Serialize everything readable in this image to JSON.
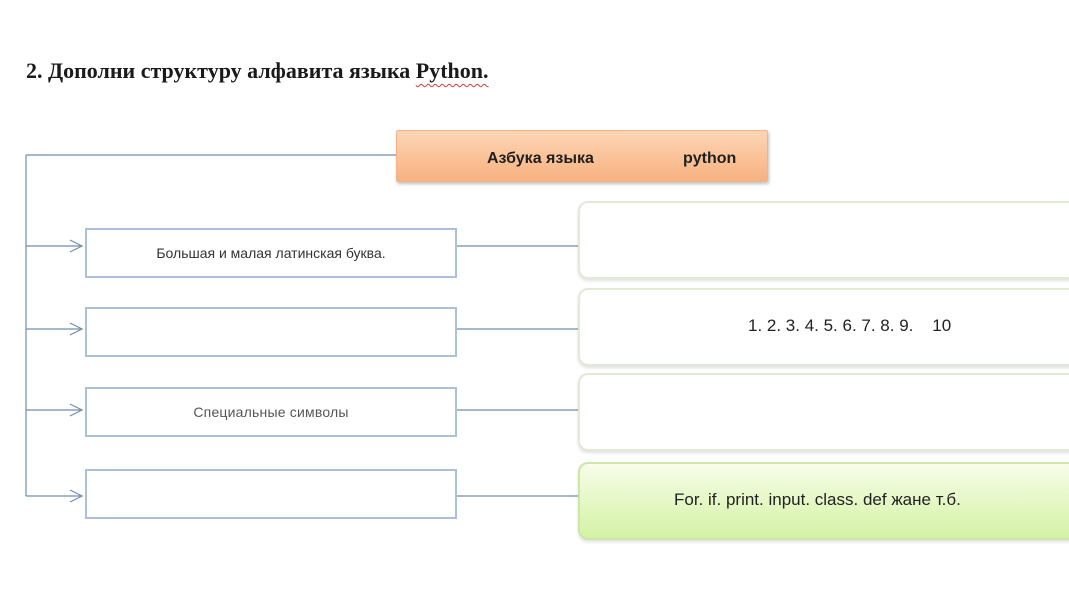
{
  "task": {
    "number": "2.",
    "text": "Дополни структуру алфавита языка",
    "keyword": "Python."
  },
  "header": {
    "part1": "Азбука языка",
    "part2": "python"
  },
  "left_boxes": [
    {
      "label": "Большая и малая латинская буква."
    },
    {
      "label": ""
    },
    {
      "label": "Специальные символы"
    },
    {
      "label": ""
    }
  ],
  "right_boxes": [
    {
      "text": ""
    },
    {
      "text": "1. 2. 3. 4. 5. 6. 7. 8. 9.    10"
    },
    {
      "text": ""
    },
    {
      "text": "For. if. print. input. class. def жане т.б."
    }
  ],
  "colors": {
    "connector": "#6f8eaf",
    "header_fill": "#f8b17f",
    "left_border": "#a9c2da",
    "green_fill": "#d4f2a4"
  }
}
